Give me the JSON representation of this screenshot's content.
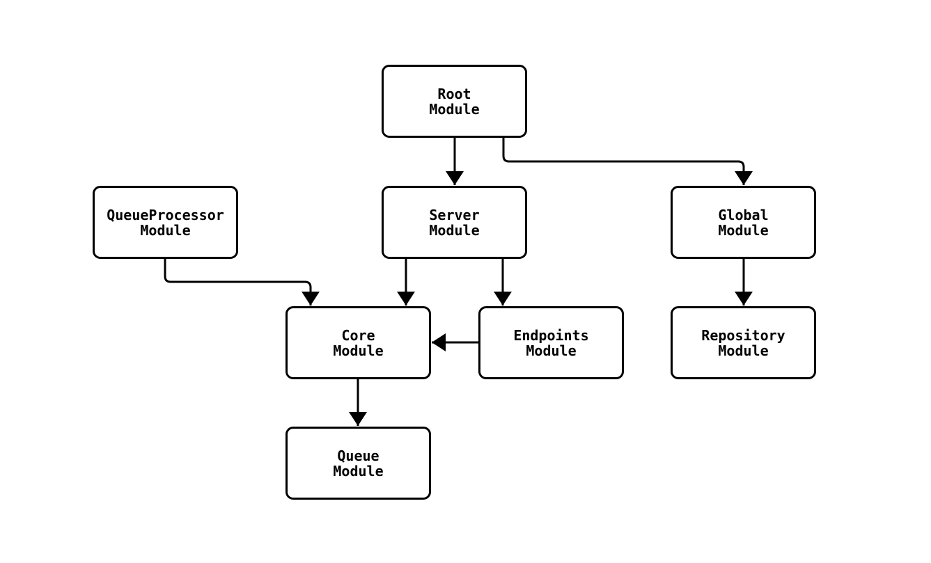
{
  "diagram": {
    "type": "flowchart",
    "background_color": "#ffffff",
    "node_fill_color": "#ffffff",
    "node_border_color": "#000000",
    "edge_color": "#000000",
    "text_color": "#000000",
    "nodes": [
      {
        "id": "root",
        "line1": "Root",
        "line2": "Module"
      },
      {
        "id": "queueprocessor",
        "line1": "QueueProcessor",
        "line2": "Module"
      },
      {
        "id": "server",
        "line1": "Server",
        "line2": "Module"
      },
      {
        "id": "global",
        "line1": "Global",
        "line2": "Module"
      },
      {
        "id": "core",
        "line1": "Core",
        "line2": "Module"
      },
      {
        "id": "endpoints",
        "line1": "Endpoints",
        "line2": "Module"
      },
      {
        "id": "repository",
        "line1": "Repository",
        "line2": "Module"
      },
      {
        "id": "queue",
        "line1": "Queue",
        "line2": "Module"
      }
    ],
    "edges": [
      {
        "from": "Root Module",
        "to": "Server Module"
      },
      {
        "from": "Root Module",
        "to": "Global Module"
      },
      {
        "from": "QueueProcessor Module",
        "to": "Core Module"
      },
      {
        "from": "Server Module",
        "to": "Core Module"
      },
      {
        "from": "Server Module",
        "to": "Endpoints Module"
      },
      {
        "from": "Endpoints Module",
        "to": "Core Module"
      },
      {
        "from": "Global Module",
        "to": "Repository Module"
      },
      {
        "from": "Core Module",
        "to": "Queue Module"
      }
    ]
  }
}
